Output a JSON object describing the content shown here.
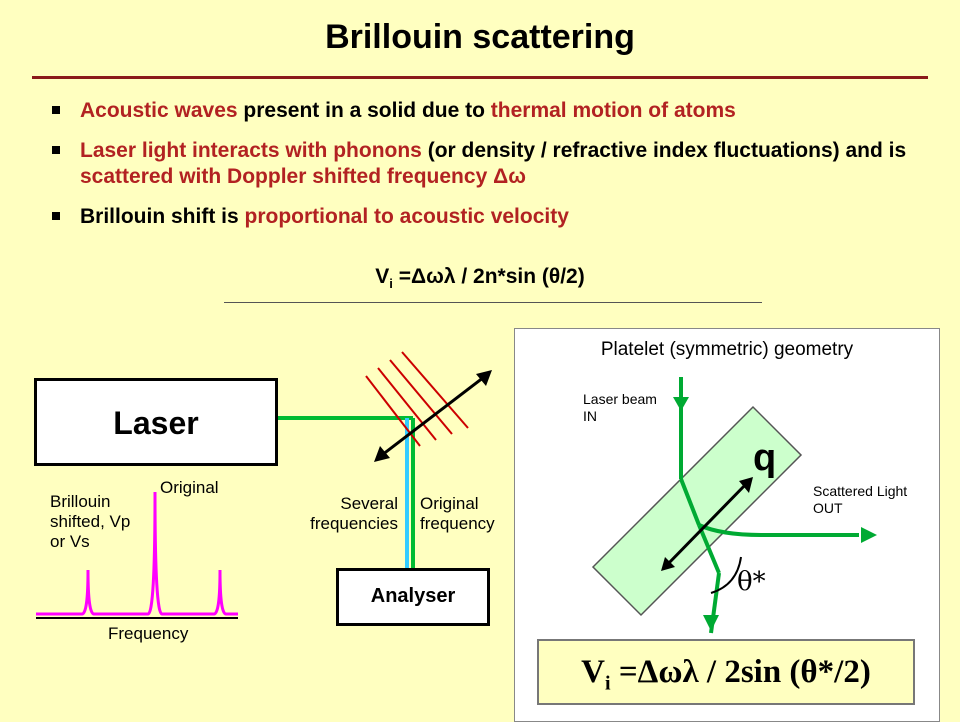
{
  "title": "Brillouin scattering",
  "bullets": [
    {
      "segments": [
        {
          "text": "Acoustic waves",
          "red": true
        },
        {
          "text": " present in a solid due to ",
          "red": false
        },
        {
          "text": "thermal motion of atoms",
          "red": true
        }
      ]
    },
    {
      "segments": [
        {
          "text": "Laser light interacts with phonons",
          "red": true
        },
        {
          "text": " (or density / refractive index fluctuations) and is ",
          "red": false
        },
        {
          "text": "scattered with Doppler shifted frequency ",
          "red": true
        },
        {
          "text": "Δω",
          "red": true
        }
      ]
    },
    {
      "segments": [
        {
          "text": "Brillouin shift is ",
          "red": false
        },
        {
          "text": "proportional to acoustic velocity",
          "red": true
        }
      ]
    }
  ],
  "formula_top": {
    "v": "V",
    "sub": "i",
    "rest": " =Δωλ / 2n*sin (θ/2)"
  },
  "diagram_left": {
    "laser": "Laser",
    "analyser": "Analyser",
    "several_frequencies": "Several frequencies",
    "original_frequency": "Original frequency",
    "brillouin_shifted": "Brillouin shifted, Vp or Vs",
    "original": "Original",
    "frequency_axis": "Frequency"
  },
  "panel": {
    "title": "Platelet (symmetric) geometry",
    "laser_in": "Laser beam IN",
    "scattered_out": "Scattered Light OUT",
    "q": "q",
    "theta": "θ*",
    "formula": {
      "v": "V",
      "sub": "i",
      "rest": " =Δωλ / 2sin (θ*/2)"
    }
  },
  "colors": {
    "background": "#ffffc0",
    "accent_red": "#b22222",
    "green": "#00bb33",
    "cyan": "#33ccff",
    "magenta": "#ff00ff",
    "platelet_fill": "#ccffcc"
  }
}
